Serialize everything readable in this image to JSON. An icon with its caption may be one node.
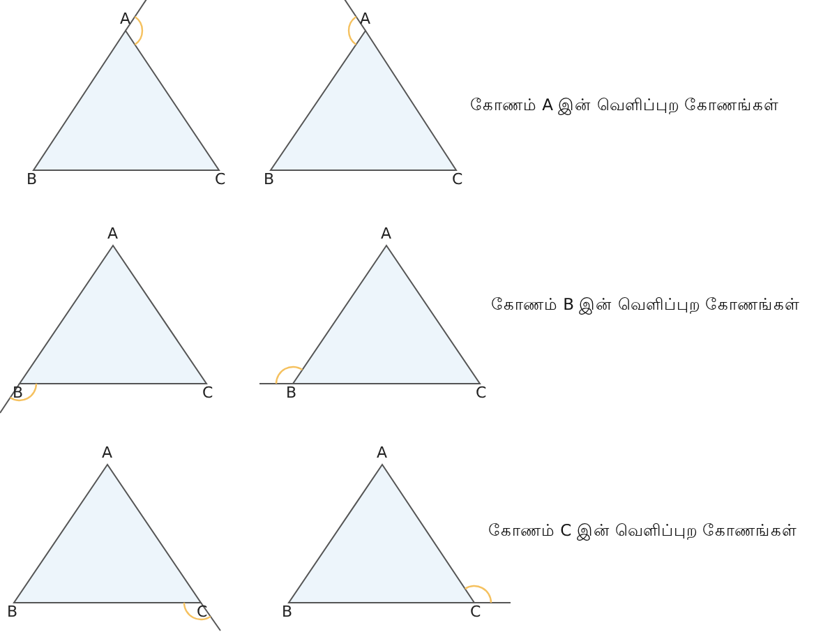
{
  "diagram": {
    "labels": [
      "A",
      "B",
      "C",
      "A",
      "B",
      "C",
      "கோணம் A இன் வெளிப்புற கோணங்கள்",
      "A",
      "B",
      "C",
      "A",
      "B",
      "C",
      "கோணம் B இன் வெளிப்புற கோணங்கள்",
      "A",
      "B",
      "C",
      "A",
      "B",
      "C",
      "கோணம் C இன் வெளிப்புற கோணங்கள்"
    ]
  }
}
